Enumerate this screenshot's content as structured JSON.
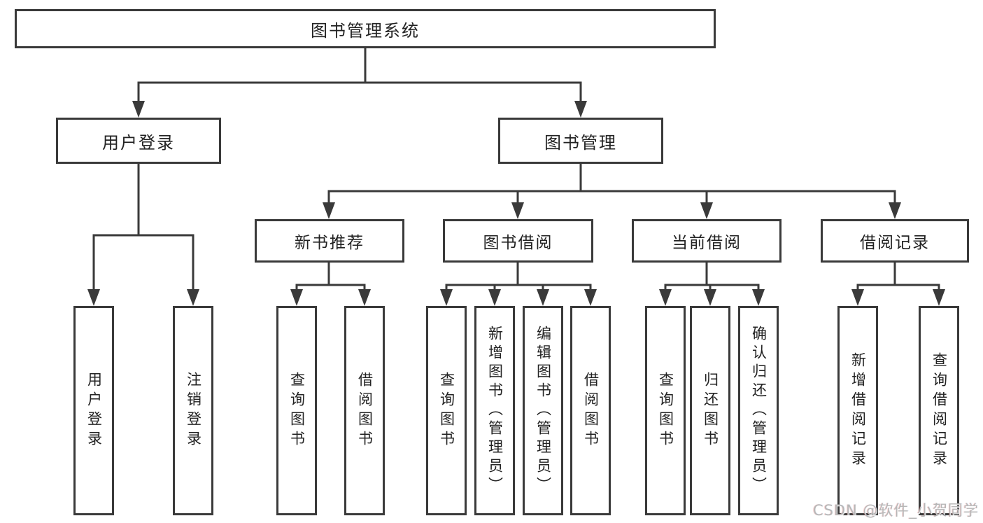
{
  "diagram": {
    "tree": {
      "label": "图书管理系统",
      "children": [
        {
          "label": "用户登录",
          "children": [
            {
              "label": "用户登录"
            },
            {
              "label": "注销登录"
            }
          ]
        },
        {
          "label": "图书管理",
          "children": [
            {
              "label": "新书推荐",
              "children": [
                {
                  "label": "查询图书"
                },
                {
                  "label": "借阅图书"
                }
              ]
            },
            {
              "label": "图书借阅",
              "children": [
                {
                  "label": "查询图书"
                },
                {
                  "label": "新增图书（管理员）"
                },
                {
                  "label": "编辑图书（管理员）"
                },
                {
                  "label": "借阅图书"
                }
              ]
            },
            {
              "label": "当前借阅",
              "children": [
                {
                  "label": "查询图书"
                },
                {
                  "label": "归还图书"
                },
                {
                  "label": "确认归还（管理员）"
                }
              ]
            },
            {
              "label": "借阅记录",
              "children": [
                {
                  "label": "新增借阅记录"
                },
                {
                  "label": "查询借阅记录"
                }
              ]
            }
          ]
        }
      ]
    },
    "watermark": "CSDN @软件_小贺同学"
  },
  "colors": {
    "line": "#3a3a3a",
    "box_border": "#3a3a3a",
    "box_fill": "#ffffff",
    "text": "#222222",
    "watermark": "#b7b7b7"
  }
}
